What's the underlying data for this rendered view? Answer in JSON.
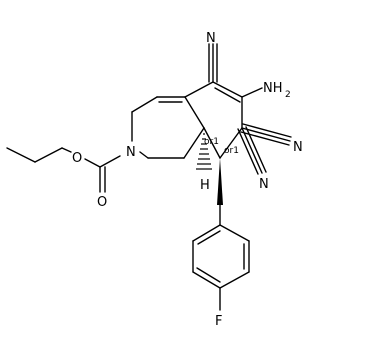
{
  "molecule": {
    "atom_labels": {
      "ester_o": "O",
      "ring_n": "N",
      "carbonyl_o": "O",
      "amine": "NH",
      "amine_sub": "2",
      "n_top": "N",
      "n_right": "N",
      "n_lower": "N",
      "h_label": "H",
      "fluorine": "F"
    },
    "stereo_labels": {
      "c8a": "or1",
      "c8": "or1"
    }
  }
}
